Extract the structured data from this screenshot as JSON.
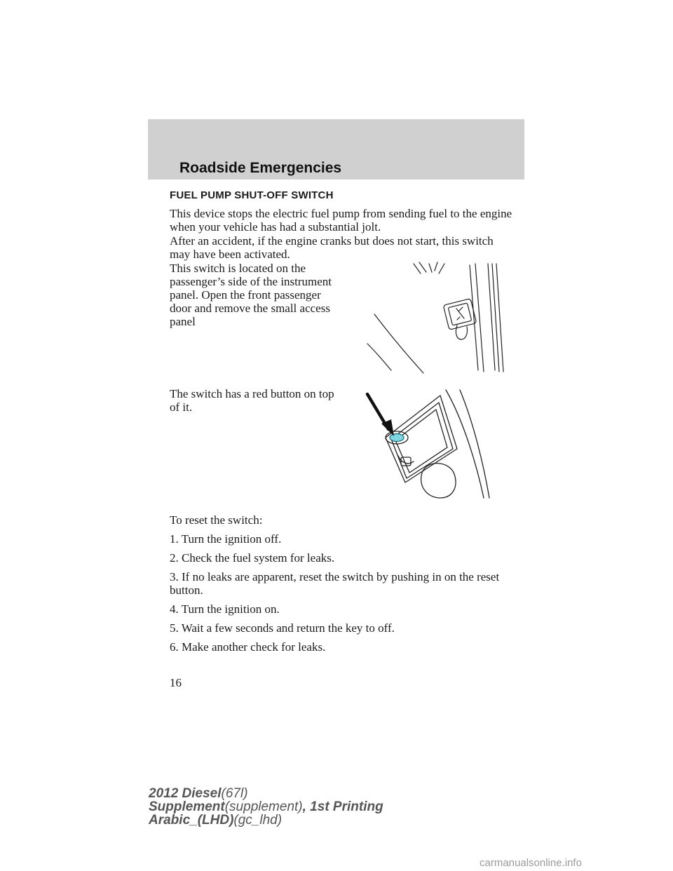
{
  "header": {
    "title": "Roadside Emergencies"
  },
  "section": {
    "heading": "FUEL PUMP SHUT-OFF SWITCH"
  },
  "paragraphs": {
    "p1": "This device stops the electric fuel pump from sending fuel to the engine\nwhen your vehicle has had a substantial jolt.",
    "p2": "After an accident, if the engine cranks but does not start, this switch\nmay have been activated.",
    "p3": "This switch is located on the\npassenger’s side of the instrument\npanel. Open the front passenger\ndoor and remove the small access\npanel",
    "p4": "The switch has a red button on top\nof it.",
    "p5": "To reset the switch:"
  },
  "steps": [
    "1. Turn the ignition off.",
    "2. Check the fuel system for leaks.",
    "3. If no leaks are apparent, reset the switch by pushing in on the reset\nbutton.",
    "4. Turn the ignition on.",
    "5. Wait a few seconds and return the key to off.",
    "6. Make another check for leaks."
  ],
  "page_number": "16",
  "footer": {
    "line1_bold": "2012 Diesel",
    "line1_normal": "(67l)",
    "line2_bold1": "Supplement",
    "line2_normal": "(supplement)",
    "line2_bold2": ", 1st Printing",
    "line3_bold": "Arabic_(LHD)",
    "line3_normal": "(gc_lhd)"
  },
  "watermark": "carmanualsonline.info",
  "colors": {
    "header_band": "#d0d0d0",
    "button_highlight": "#7fd6e0",
    "text": "#1a1a1a"
  }
}
